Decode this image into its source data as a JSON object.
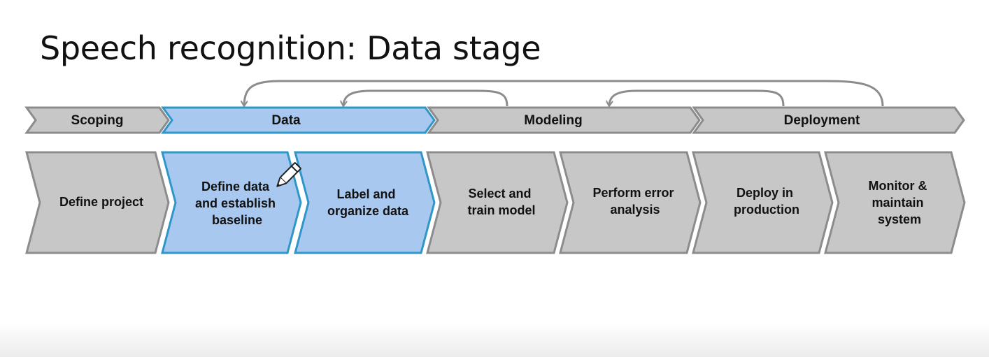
{
  "title": "Speech recognition: Data stage",
  "colors": {
    "gray_fill": "#c7c7c7",
    "gray_stroke": "#8c8c8c",
    "blue_fill": "#a8c8f0",
    "blue_stroke": "#2f96c8",
    "arrow": "#8c8c8c"
  },
  "phases": [
    {
      "label": "Scoping",
      "highlight": false
    },
    {
      "label": "Data",
      "highlight": true
    },
    {
      "label": "Modeling",
      "highlight": false
    },
    {
      "label": "Deployment",
      "highlight": false
    }
  ],
  "steps": [
    {
      "lines": [
        "Define project"
      ],
      "highlight": false
    },
    {
      "lines": [
        "Define data",
        "and establish",
        "baseline"
      ],
      "highlight": true
    },
    {
      "lines": [
        "Label and",
        "organize data"
      ],
      "highlight": true
    },
    {
      "lines": [
        "Select and",
        "train model"
      ],
      "highlight": false
    },
    {
      "lines": [
        "Perform error",
        "analysis"
      ],
      "highlight": false
    },
    {
      "lines": [
        "Deploy in",
        "production"
      ],
      "highlight": false
    },
    {
      "lines": [
        "Monitor &",
        "maintain",
        "system"
      ],
      "highlight": false
    }
  ],
  "icons": {
    "pencil": "pencil-icon"
  }
}
